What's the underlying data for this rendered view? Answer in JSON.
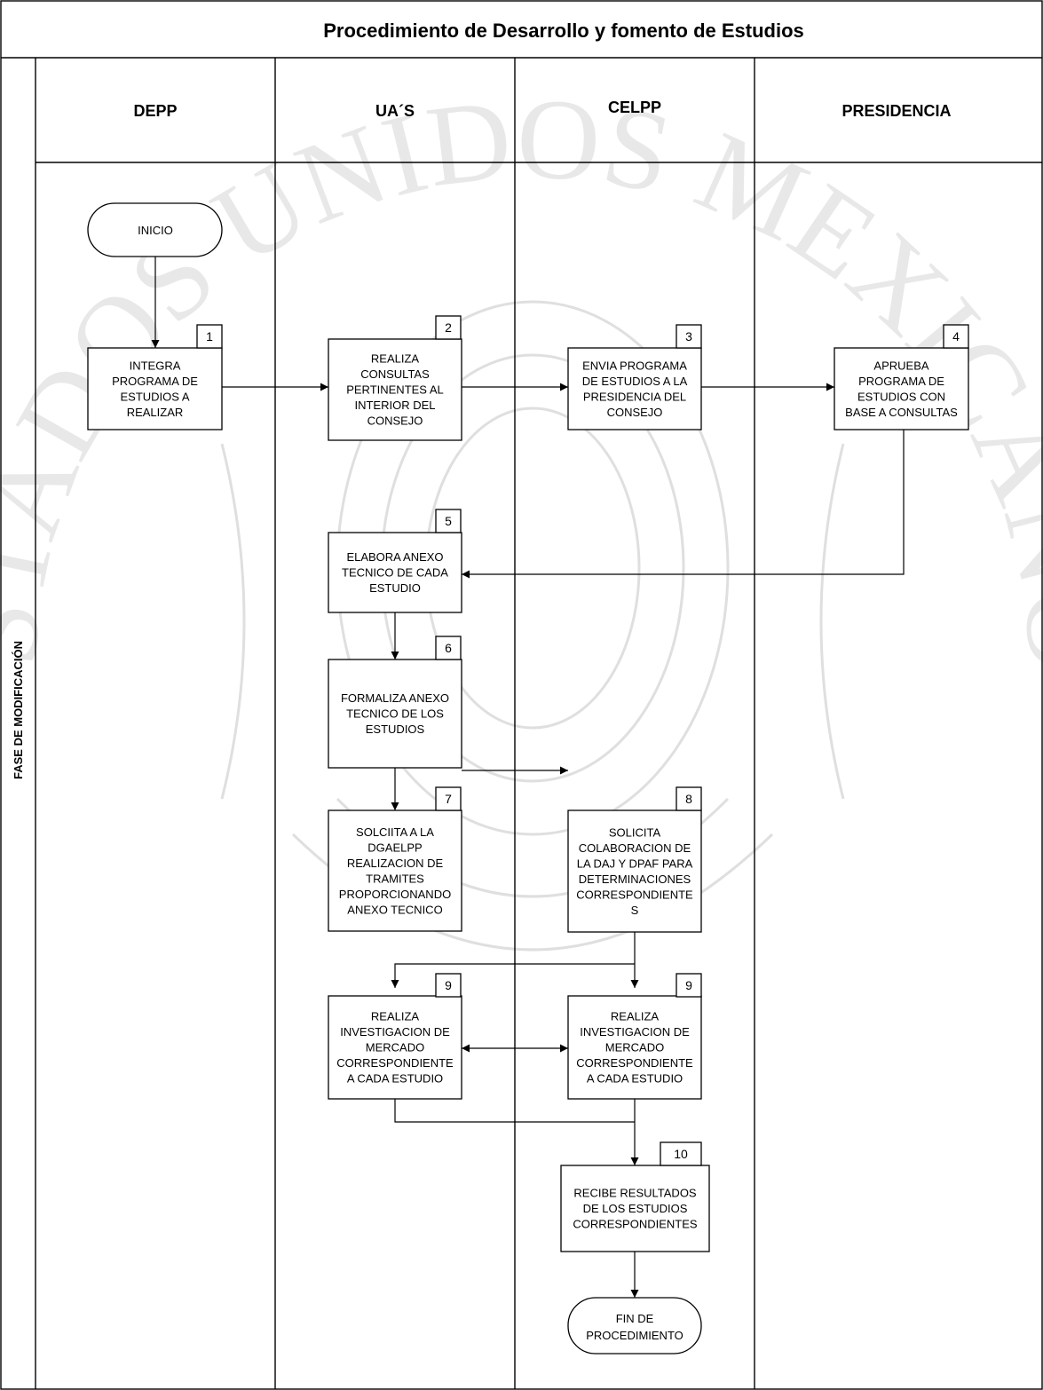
{
  "title": "Procedimiento de Desarrollo y fomento de Estudios",
  "phase_label": "FASE DE MODIFICACIÓN",
  "lanes": [
    "DEPP",
    "UA´S",
    "CELPP",
    "PRESIDENCIA"
  ],
  "start": "INICIO",
  "end": [
    "FIN DE",
    "PROCEDIMIENTO"
  ],
  "steps": [
    {
      "id": "s1",
      "num": "1",
      "lines": [
        "INTEGRA",
        "PROGRAMA DE",
        "ESTUDIOS A",
        "REALIZAR"
      ]
    },
    {
      "id": "s2",
      "num": "2",
      "lines": [
        "REALIZA",
        "CONSULTAS",
        "PERTINENTES AL",
        "INTERIOR DEL",
        "CONSEJO"
      ]
    },
    {
      "id": "s3",
      "num": "3",
      "lines": [
        "ENVIA PROGRAMA",
        "DE ESTUDIOS A LA",
        "PRESIDENCIA DEL",
        "CONSEJO"
      ]
    },
    {
      "id": "s4",
      "num": "4",
      "lines": [
        "APRUEBA",
        "PROGRAMA DE",
        "ESTUDIOS CON",
        "BASE A CONSULTAS"
      ]
    },
    {
      "id": "s5",
      "num": "5",
      "lines": [
        "ELABORA ANEXO",
        "TECNICO DE CADA",
        "ESTUDIO"
      ]
    },
    {
      "id": "s6",
      "num": "6",
      "lines": [
        "FORMALIZA ANEXO",
        "TECNICO DE LOS",
        "ESTUDIOS"
      ]
    },
    {
      "id": "s7",
      "num": "7",
      "lines": [
        "SOLCIITA A LA",
        "DGAELPP",
        "REALIZACION DE",
        "TRAMITES",
        "PROPORCIONANDO",
        "ANEXO TECNICO"
      ]
    },
    {
      "id": "s8",
      "num": "8",
      "lines": [
        "SOLICITA",
        "COLABORACION DE",
        "LA DAJ Y DPAF PARA",
        "DETERMINACIONES",
        "CORRESPONDIENTE",
        "S"
      ]
    },
    {
      "id": "s9a",
      "num": "9",
      "lines": [
        "REALIZA",
        "INVESTIGACION DE",
        "MERCADO",
        "CORRESPONDIENTE",
        "A CADA ESTUDIO"
      ]
    },
    {
      "id": "s9b",
      "num": "9",
      "lines": [
        "REALIZA",
        "INVESTIGACION DE",
        "MERCADO",
        "CORRESPONDIENTE",
        "A CADA ESTUDIO"
      ]
    },
    {
      "id": "s10",
      "num": "10",
      "lines": [
        "RECIBE RESULTADOS",
        "DE LOS ESTUDIOS",
        "CORRESPONDIENTES"
      ]
    }
  ],
  "watermark": "ESTADOS UNIDOS MEXICANOS"
}
